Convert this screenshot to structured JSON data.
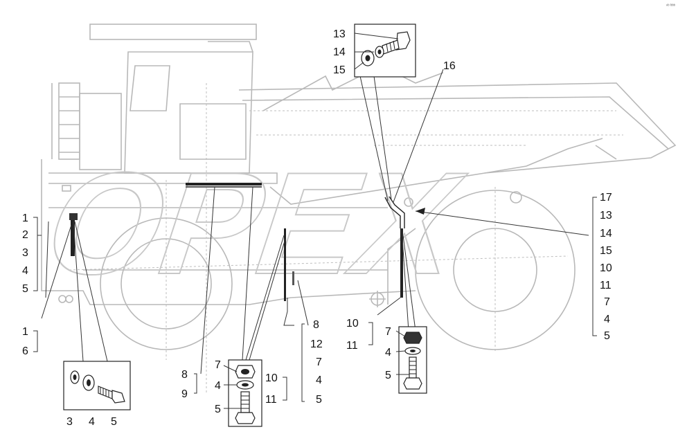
{
  "corner_text": "ⁿᵇ ᵇᵇᵇ",
  "watermark": "OPEX",
  "callouts": {
    "left_column": [
      "1",
      "2",
      "3",
      "4",
      "5"
    ],
    "left_bottom": [
      "1",
      "6"
    ],
    "left_detail": [
      "3",
      "4",
      "5"
    ],
    "middle_pair": [
      "8",
      "9"
    ],
    "middle_detail": [
      "7",
      "4",
      "5"
    ],
    "middle_column_a": [
      "10",
      "11"
    ],
    "middle_column_b": [
      "8",
      "12",
      "7",
      "4",
      "5"
    ],
    "top_detail": [
      "13",
      "14",
      "15"
    ],
    "top_arrow": "16",
    "right_pair": [
      "10",
      "11"
    ],
    "right_detail": [
      "7",
      "4",
      "5"
    ],
    "right_column": [
      "17",
      "13",
      "14",
      "15",
      "10",
      "11",
      "7",
      "4",
      "5"
    ]
  }
}
